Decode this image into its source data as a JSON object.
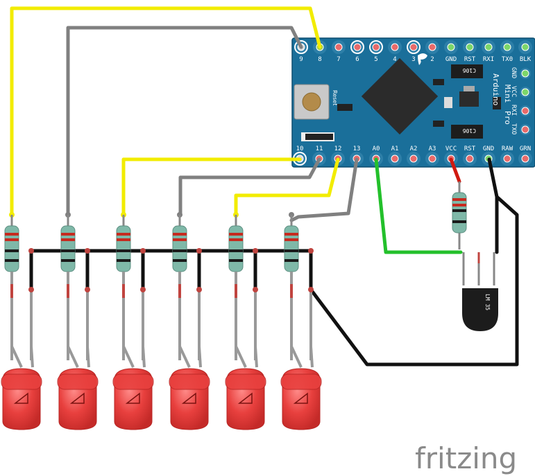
{
  "board": {
    "top_pins": [
      "9",
      "8",
      "7",
      "6",
      "5",
      "4",
      "3",
      "2",
      "GND",
      "RST",
      "RXI",
      "TX0",
      "BLK"
    ],
    "bottom_pins": [
      "10",
      "11",
      "12",
      "13",
      "A0",
      "A1",
      "A2",
      "A3",
      "VCC",
      "RST",
      "GND",
      "RAW",
      "GRN"
    ],
    "side_pins": [
      "GND",
      "VCC",
      "RXI",
      "TXO"
    ],
    "reset_label": "Reset",
    "title_lines": [
      "Arduino",
      "Pro",
      "Mini"
    ],
    "chip_label": "C10б"
  },
  "sensor": {
    "label": "LM 35"
  },
  "watermark": "fritzing",
  "colors": {
    "board": "#1a6f9a",
    "wire_yellow": "#f2ec00",
    "wire_gray": "#808080",
    "wire_green": "#23c02b",
    "wire_black": "#000000",
    "wire_red": "#d01a10",
    "led": "#e8403e"
  }
}
